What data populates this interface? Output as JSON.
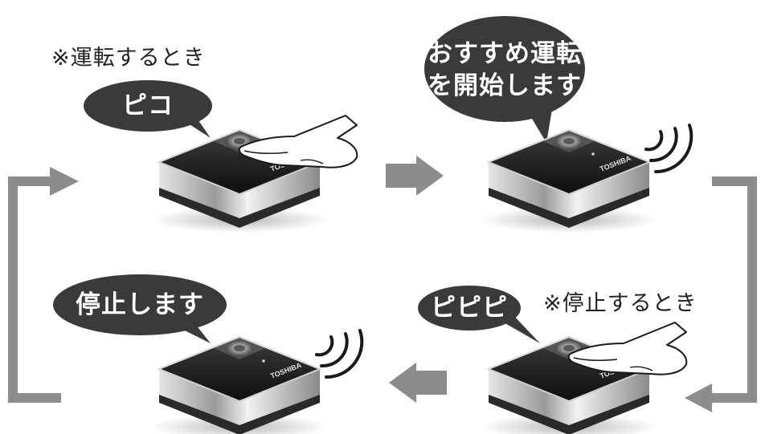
{
  "panels": {
    "start": {
      "caption": "※運転するとき",
      "bubble": "ピコ"
    },
    "recommended": {
      "bubble_line1": "おすすめ運転",
      "bubble_line2": "を開始します"
    },
    "stop": {
      "caption": "※停止するとき",
      "bubble": "ピピピ"
    },
    "stopped": {
      "bubble": "停止します"
    }
  },
  "device": {
    "brand": "TOSHIBA"
  },
  "colors": {
    "bubble": "#3a3a3a",
    "arrow": "#8c8c8c",
    "device_body": "#1e1e1e",
    "device_band": "#b4b4b4"
  },
  "icons": [
    "sound-waves-icon",
    "hand-icon",
    "arrow-right-icon",
    "arrow-left-icon",
    "loop-arrow-icon"
  ]
}
